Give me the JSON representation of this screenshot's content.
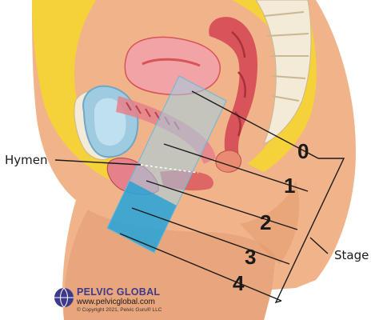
{
  "labels": {
    "hymen": "Hymen",
    "stage": "Stage"
  },
  "stages": [
    "0",
    "1",
    "2",
    "3",
    "4"
  ],
  "logo": {
    "title": "PELVIC GLOBAL",
    "url": "www.pelvicglobal.com",
    "copyright": "© Copyright 2021, Pelvic Guru® LLC"
  },
  "colors": {
    "skin": "#f1b48a",
    "skin_dark": "#e39a70",
    "fat": "#f5d13a",
    "bone": "#f3ead8",
    "organ_pink": "#f2a3a6",
    "organ_red": "#d9535a",
    "bladder_blue": "#9fcbe0",
    "prolapse_blue": "#2fa4d6",
    "line": "#1a1a1a",
    "logo_purple": "#3d3a8c"
  }
}
